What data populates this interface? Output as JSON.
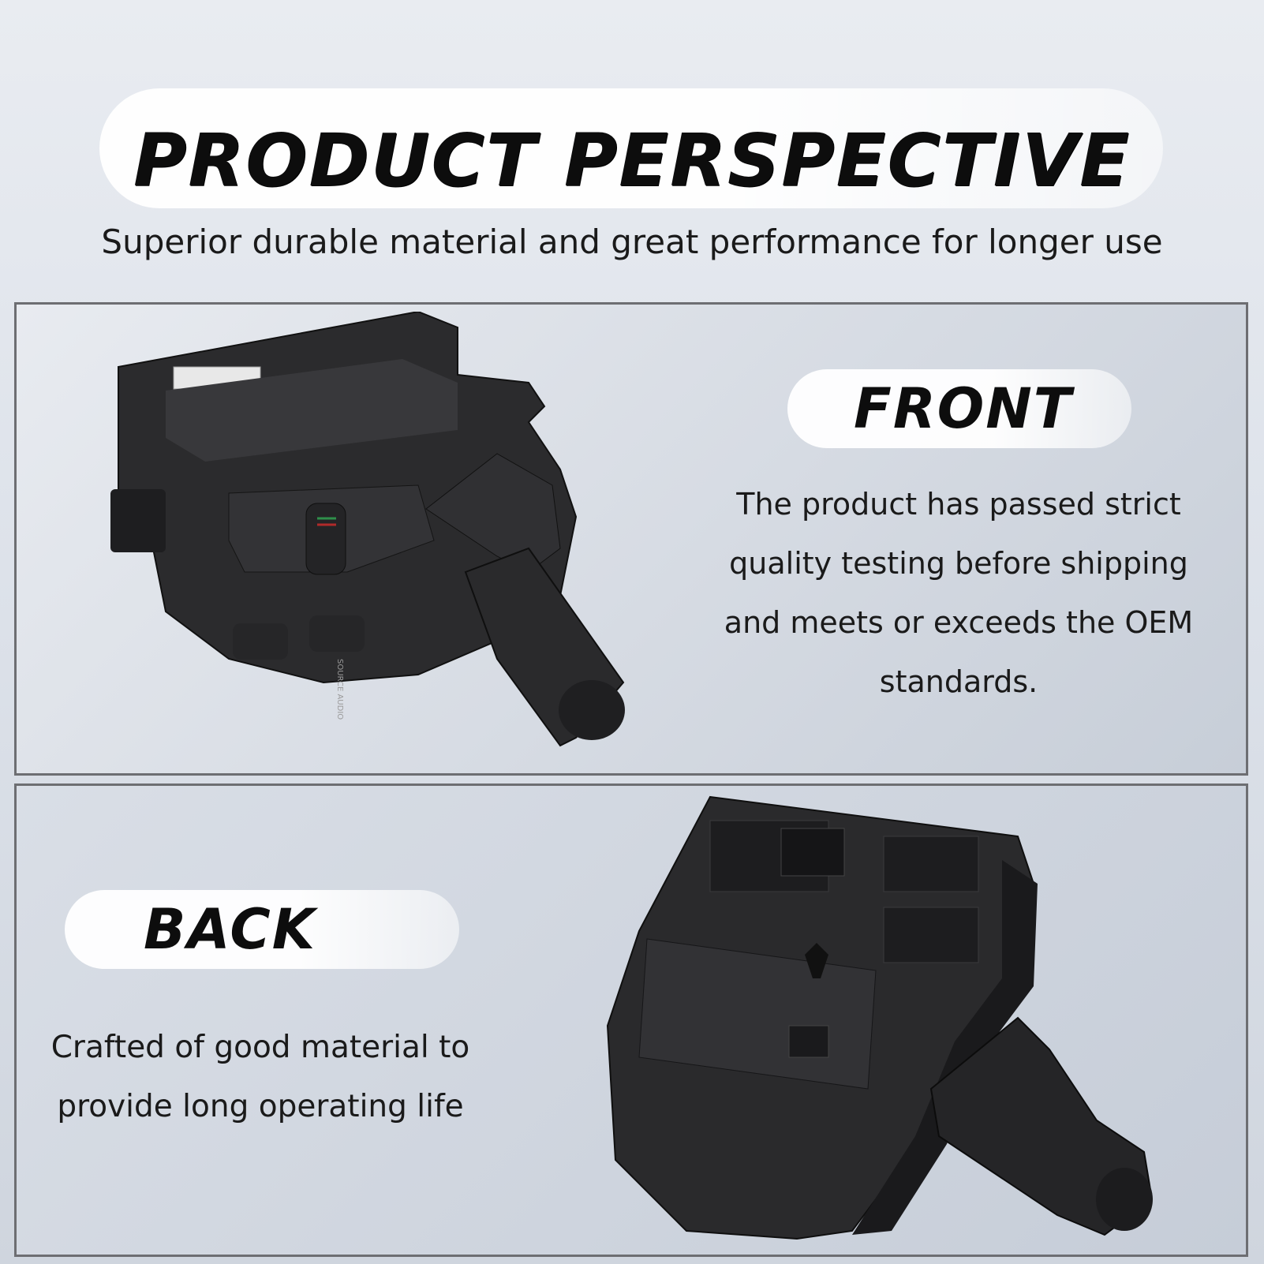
{
  "header": {
    "title": "PRODUCT PERSPECTIVE",
    "subtitle": "Superior durable material and great performance for longer use"
  },
  "front": {
    "label": "FRONT",
    "description": "The product has passed strict quality testing before shipping and meets or exceeds the OEM standards."
  },
  "back": {
    "label": "BACK",
    "description": "Crafted of good material to provide long operating life"
  },
  "product_text": {
    "source_audio": "SOURCE AUDIO"
  }
}
